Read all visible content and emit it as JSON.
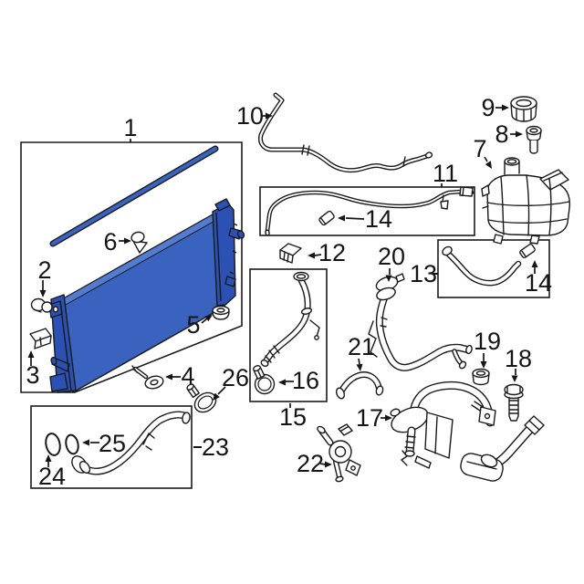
{
  "figure": {
    "callouts": {
      "c1": "1",
      "c2": "2",
      "c3": "3",
      "c4": "4",
      "c5": "5",
      "c6": "6",
      "c7": "7",
      "c8": "8",
      "c9": "9",
      "c10": "10",
      "c11": "11",
      "c12": "12",
      "c13": "13",
      "c14a": "14",
      "c14b": "14",
      "c15": "15",
      "c16": "16",
      "c17": "17",
      "c18": "18",
      "c19": "19",
      "c20": "20",
      "c21": "21",
      "c22": "22",
      "c23": "23",
      "c24": "24",
      "c25": "25",
      "c26": "26"
    },
    "colors": {
      "background": "#ffffff",
      "outline": "#1a1a1a",
      "label": "#151515",
      "radiator_core": "#3a63c0",
      "radiator_core_highlight": "#537bd0",
      "radiator_tank": "#2b51b5"
    }
  }
}
